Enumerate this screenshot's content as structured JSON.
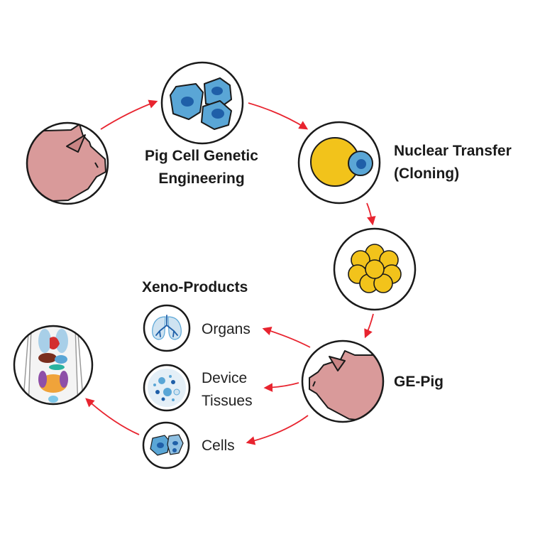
{
  "labels": {
    "genetic_engineering": [
      "Pig Cell Genetic",
      "Engineering"
    ],
    "nuclear_transfer": [
      "Nuclear Transfer",
      "(Cloning)"
    ],
    "ge_pig": "GE-Pig",
    "xeno_products": "Xeno-Products",
    "organs": "Organs",
    "device_tissues": [
      "Device",
      "Tissues"
    ],
    "cells": "Cells"
  },
  "colors": {
    "outline": "#1a1a1a",
    "arrow": "#e8242f",
    "pig": "#d99a9a",
    "cell_blue": "#5aa6d6",
    "nucleus_blue": "#1f5fa8",
    "egg_yellow": "#f2c31b",
    "tissue_blue": "#cfe3f1"
  },
  "icons": {
    "pig": "pig-icon",
    "cells": "cells-icon",
    "egg": "egg-nucleus-icon",
    "embryo": "embryo-icon",
    "lungs": "lungs-icon",
    "tissue": "tissue-icon",
    "body": "human-body-icon"
  }
}
